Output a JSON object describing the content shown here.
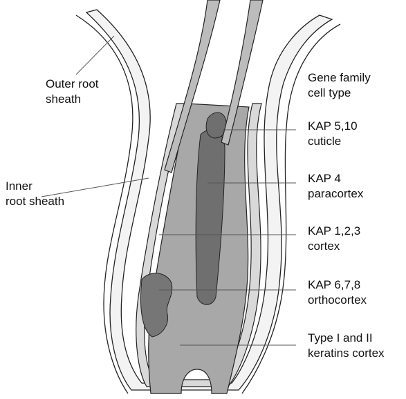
{
  "labels": {
    "outer_root_sheath": [
      "Outer root",
      "sheath"
    ],
    "inner_root_sheath": [
      "Inner",
      "root sheath"
    ],
    "header": [
      "Gene family",
      "cell type"
    ],
    "kap_5_10": [
      "KAP 5,10",
      "cuticle"
    ],
    "kap_4": [
      "KAP 4",
      "paracortex"
    ],
    "kap_1_2_3": [
      "KAP 1,2,3",
      "cortex"
    ],
    "kap_6_7_8": [
      "KAP 6,7,8",
      "orthocortex"
    ],
    "type_i_ii": [
      "Type I and II",
      "keratins cortex"
    ]
  },
  "colors": {
    "outline": "#222222",
    "outer_sheath_fill": "#f3f3f3",
    "inner_sheath_fill": "#d9d9d9",
    "cortex_fill": "#a8a8a8",
    "paracortex_fill": "#6f6f6f",
    "orthocortex_fill": "#767676",
    "shaft_fill": "#bcbcbc",
    "leader_line": "#555555"
  }
}
